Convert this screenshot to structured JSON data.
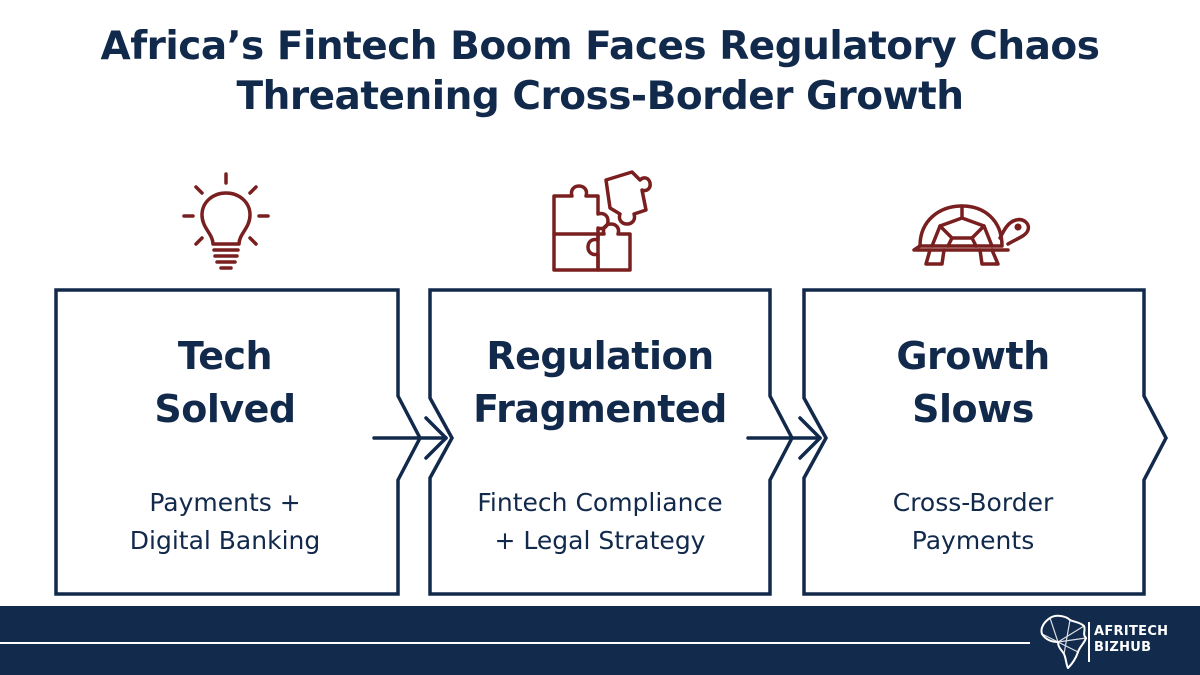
{
  "title": {
    "line1": "Africa’s Fintech Boom Faces Regulatory Chaos",
    "line2": "Threatening Cross-Border Growth"
  },
  "steps": [
    {
      "icon": "lightbulb-icon",
      "heading_line1": "Tech",
      "heading_line2": "Solved",
      "sub_line1": "Payments +",
      "sub_line2": "Digital Banking"
    },
    {
      "icon": "puzzle-icon",
      "heading_line1": "Regulation",
      "heading_line2": "Fragmented",
      "sub_line1": "Fintech Compliance",
      "sub_line2": "+ Legal Strategy"
    },
    {
      "icon": "turtle-icon",
      "heading_line1": "Growth",
      "heading_line2": "Slows",
      "sub_line1": "Cross-Border",
      "sub_line2": "Payments"
    }
  ],
  "brand": {
    "line1": "AFRITECH",
    "line2": "BIZHUB"
  },
  "colors": {
    "navy": "#11294b",
    "icon_red": "#7a1f1f",
    "background": "#ffffff"
  }
}
